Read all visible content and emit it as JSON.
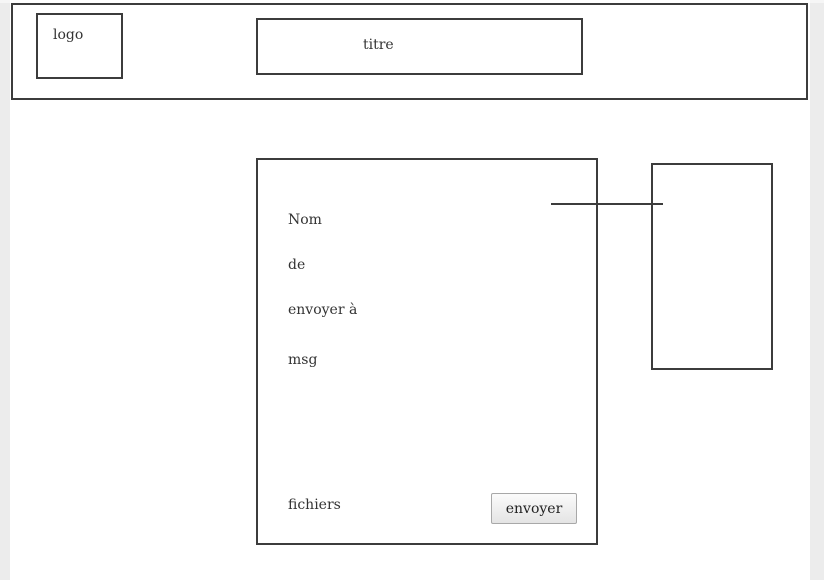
{
  "header": {
    "logo_label": "logo",
    "title_label": "titre"
  },
  "form": {
    "fields": {
      "nom": "Nom",
      "de": "de",
      "envoyer_a": "envoyer à",
      "msg": "msg",
      "fichiers": "fichiers"
    },
    "send_label": "envoyer"
  },
  "colors": {
    "border": "#3c3c3c",
    "background": "#ffffff",
    "page_margin": "#ececec",
    "button_border": "#a8a8a8"
  }
}
